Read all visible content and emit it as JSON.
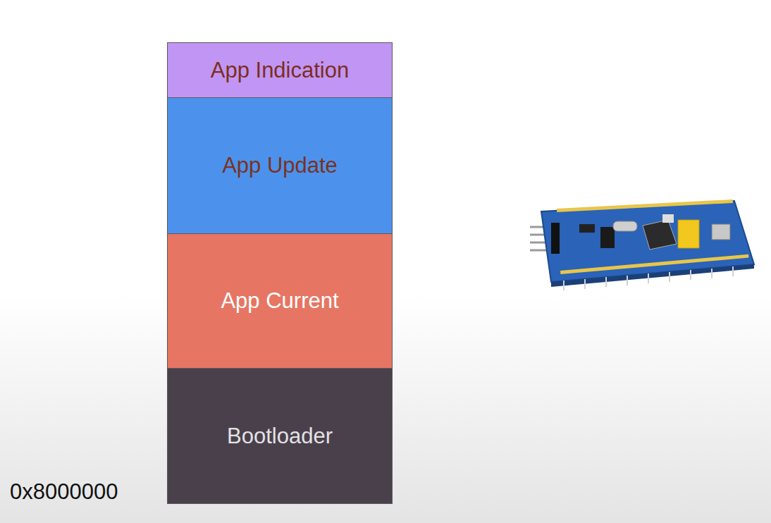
{
  "diagram": {
    "nodes": [
      {
        "text": [
          "App Indication"
        ]
      },
      {
        "text": [
          "App Update"
        ]
      },
      {
        "text": [
          "App Current"
        ]
      },
      {
        "text": [
          "Bootloader"
        ]
      }
    ],
    "labels": [
      "0x8000000"
    ]
  }
}
